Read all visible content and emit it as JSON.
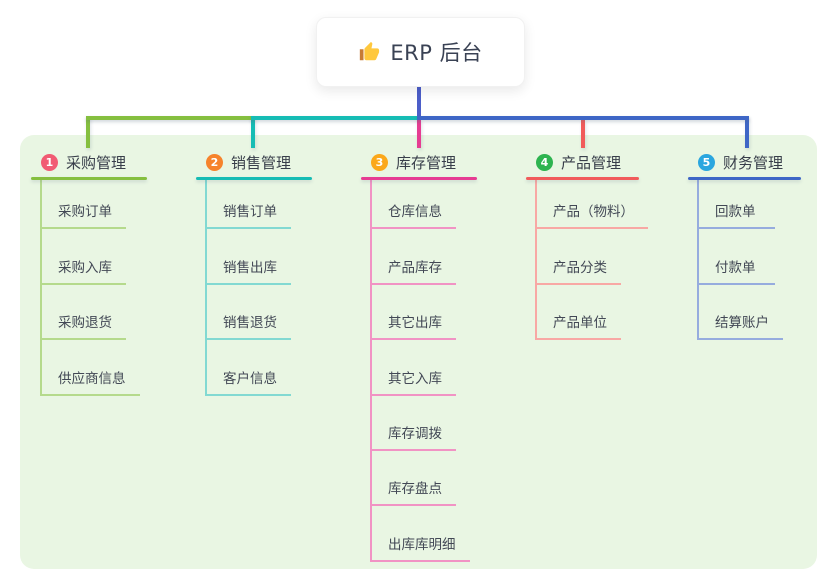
{
  "root": {
    "icon": "thumbs-up",
    "title": "ERP 后台"
  },
  "theme": {
    "canvas_bg": "#ffffff",
    "panel_bg": "#E9F6E3",
    "stem_color": "#4C5EC9",
    "root_text_color": "#3A4254",
    "branch_text_color": "#383E4A",
    "child_text_color": "#424855"
  },
  "branches": [
    {
      "num": "1",
      "label": "采购管理",
      "badge_color": "#F15B73",
      "line_color": "#85BF3F",
      "child_line_color": "#B5DA8C",
      "children": [
        "采购订单",
        "采购入库",
        "采购退货",
        "供应商信息"
      ]
    },
    {
      "num": "2",
      "label": "销售管理",
      "badge_color": "#F6832C",
      "line_color": "#16BCB4",
      "child_line_color": "#82D9D2",
      "children": [
        "销售订单",
        "销售出库",
        "销售退货",
        "客户信息"
      ]
    },
    {
      "num": "3",
      "label": "库存管理",
      "badge_color": "#FBA81B",
      "line_color": "#E63C92",
      "child_line_color": "#F193C4",
      "children": [
        "仓库信息",
        "产品库存",
        "其它出库",
        "其它入库",
        "库存调拨",
        "库存盘点",
        "出库库明细"
      ]
    },
    {
      "num": "4",
      "label": "产品管理",
      "badge_color": "#2EB450",
      "line_color": "#F15B5B",
      "child_line_color": "#F8A8A4",
      "children": [
        "产品（物料）",
        "产品分类",
        "产品单位"
      ]
    },
    {
      "num": "5",
      "label": "财务管理",
      "badge_color": "#2AA6DF",
      "line_color": "#3E66C6",
      "child_line_color": "#96ACDE",
      "children": [
        "回款单",
        "付款单",
        "结算账户"
      ]
    }
  ]
}
